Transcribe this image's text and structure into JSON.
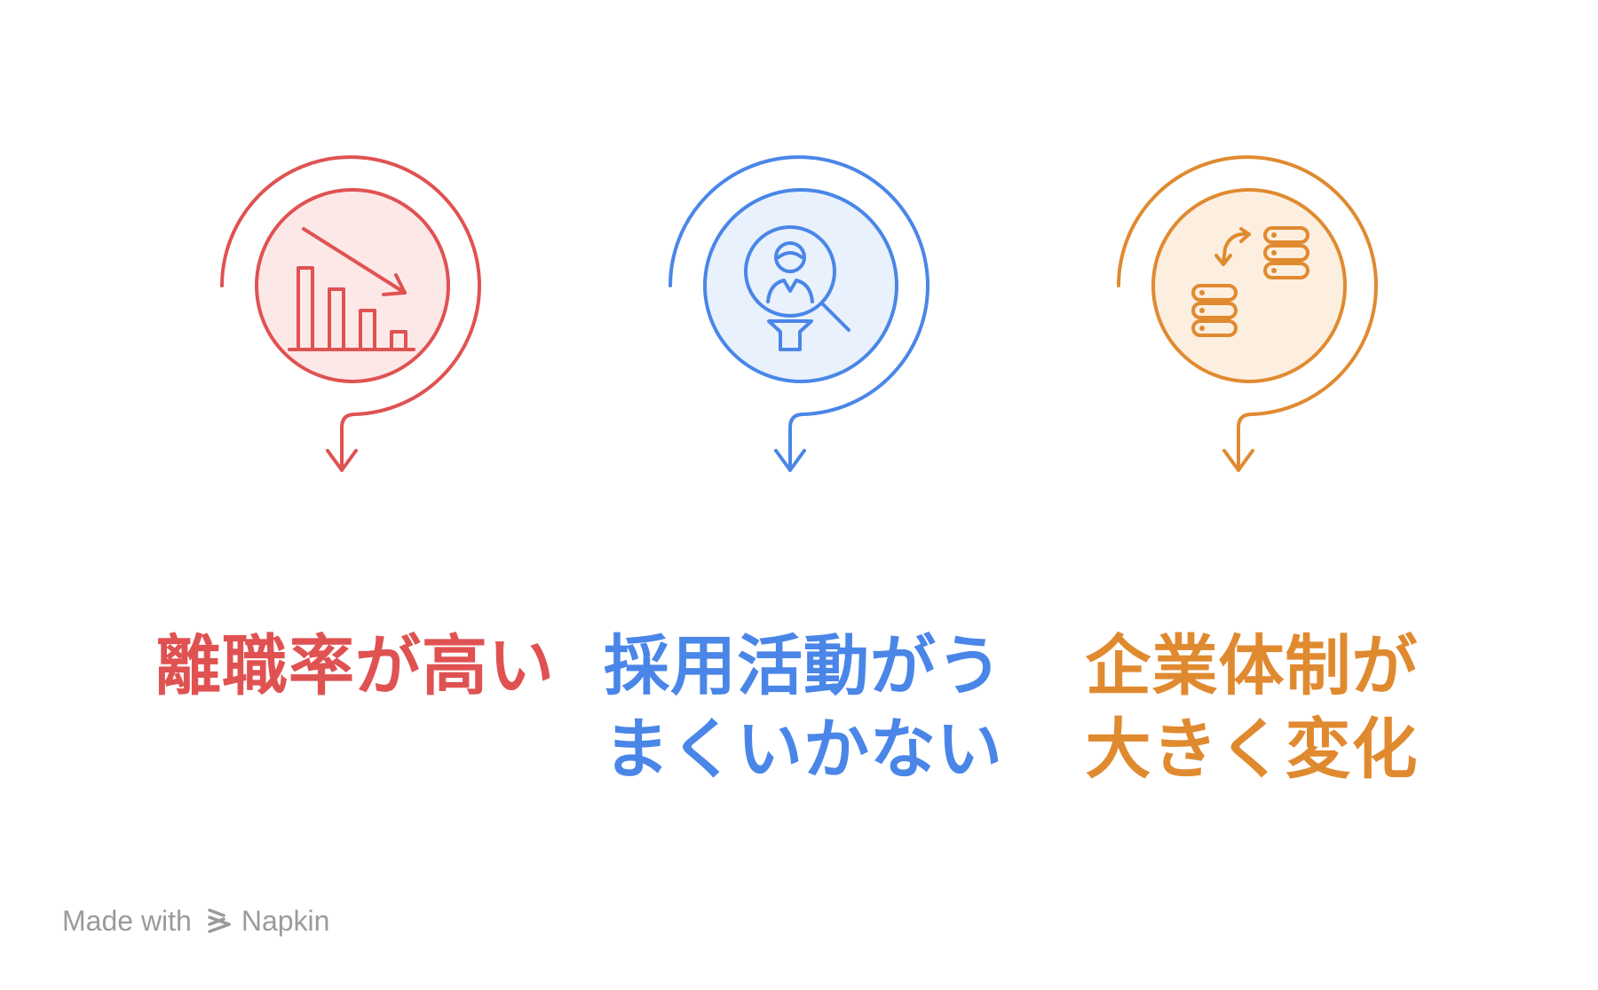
{
  "colors": {
    "red": "#e05252",
    "red_fill": "#fde8e8",
    "blue": "#4a86e8",
    "blue_fill": "#e8f1fc",
    "orange": "#e08a30",
    "orange_fill": "#fdefe0",
    "footer": "#9b9b9b"
  },
  "items": [
    {
      "icon": "declining-bar-chart-icon",
      "label_lines": [
        "離職率が高い"
      ]
    },
    {
      "icon": "recruitment-search-icon",
      "label_lines": [
        "採用活動がう",
        "まくいかない"
      ]
    },
    {
      "icon": "organization-change-icon",
      "label_lines": [
        "企業体制が",
        "大きく変化"
      ]
    }
  ],
  "footer": {
    "made_with": "Made with",
    "brand": "Napkin",
    "logo_icon": "napkin-logo-icon"
  }
}
